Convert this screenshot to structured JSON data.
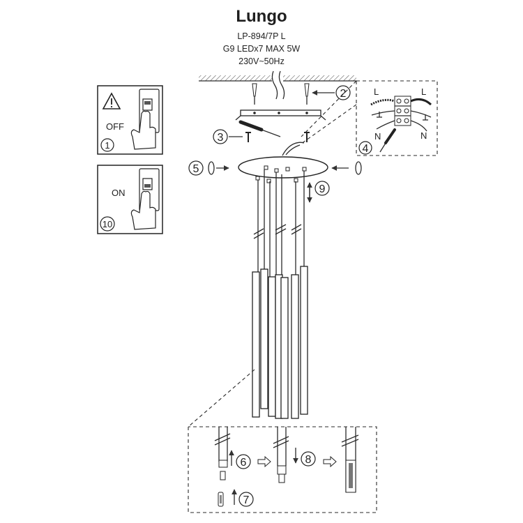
{
  "header": {
    "title": "Lungo",
    "model": "LP-894/7P L",
    "spec": "G9 LEDx7 MAX 5W",
    "power": "230V~50Hz"
  },
  "steps": {
    "off_label": "OFF",
    "on_label": "ON",
    "n1": "1",
    "n2": "2",
    "n3": "3",
    "n4": "4",
    "n5": "5",
    "n6": "6",
    "n7": "7",
    "n8": "8",
    "n9": "9",
    "n10": "10"
  },
  "wiring": {
    "l_left": "L",
    "l_right": "L",
    "n_left": "N",
    "n_right": "N"
  }
}
